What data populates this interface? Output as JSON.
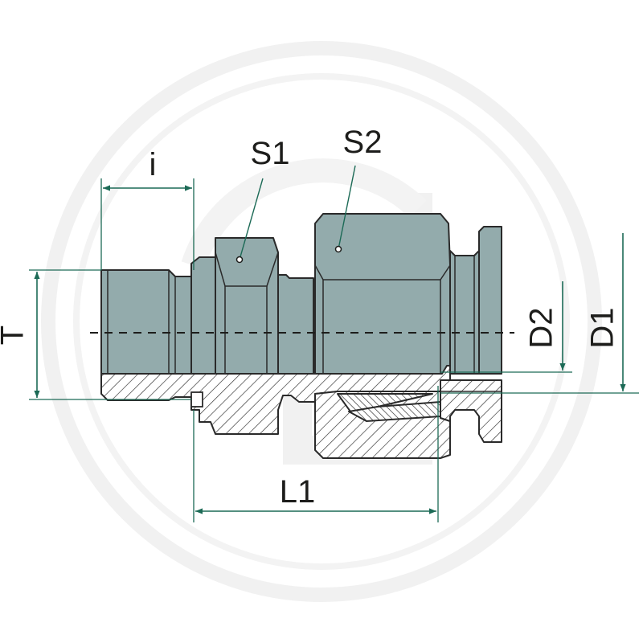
{
  "labels": {
    "thread_length": "i",
    "wrench_size_1": "S1",
    "wrench_size_2": "S2",
    "thread": "T",
    "tube_od_2": "D2",
    "tube_od_1": "D1",
    "length_1": "L1"
  },
  "colors": {
    "body": "#93abac",
    "dimension": "#1c6a56",
    "outline": "#2a2a2a",
    "watermark": "#f1f1f1"
  }
}
